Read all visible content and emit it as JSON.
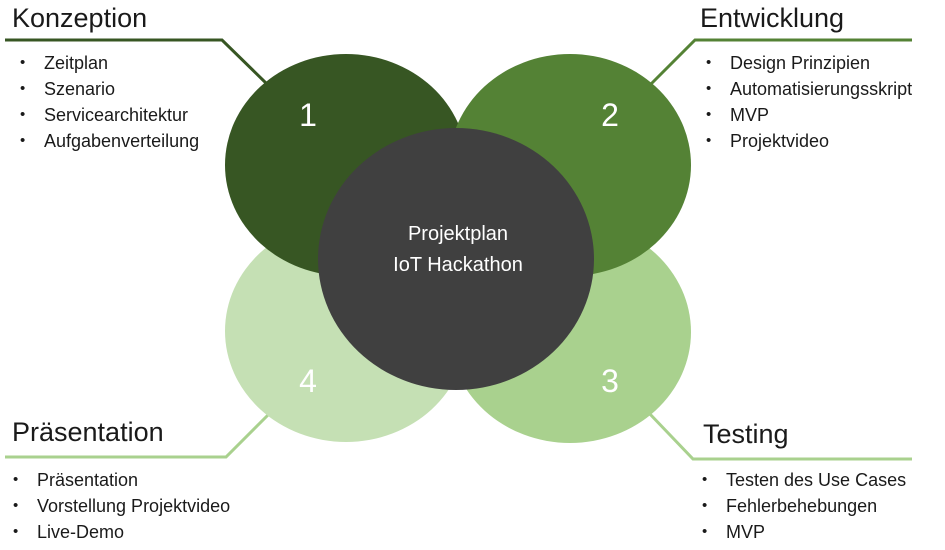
{
  "colors": {
    "phase1": "#375623",
    "phase2": "#548235",
    "phase3": "#a9d18e",
    "phase4": "#c5e0b4",
    "center": "#404040",
    "line_dark": "#375623",
    "line_mid": "#548235",
    "line_light": "#a9d18e"
  },
  "center": {
    "line1": "Projektplan",
    "line2": "IoT Hackathon"
  },
  "phases": [
    {
      "number": "1",
      "title": "Konzeption",
      "items": [
        "Zeitplan",
        "Szenario",
        "Servicearchitektur",
        "Aufgabenverteilung"
      ]
    },
    {
      "number": "2",
      "title": "Entwicklung",
      "items": [
        "Design Prinzipien",
        "Automatisierungsskript",
        "MVP",
        "Projektvideo"
      ]
    },
    {
      "number": "3",
      "title": "Testing",
      "items": [
        "Testen des Use Cases",
        "Fehlerbehebungen",
        "MVP"
      ]
    },
    {
      "number": "4",
      "title": "Präsentation",
      "items": [
        "Präsentation",
        "Vorstellung Projektvideo",
        "Live-Demo"
      ]
    }
  ]
}
